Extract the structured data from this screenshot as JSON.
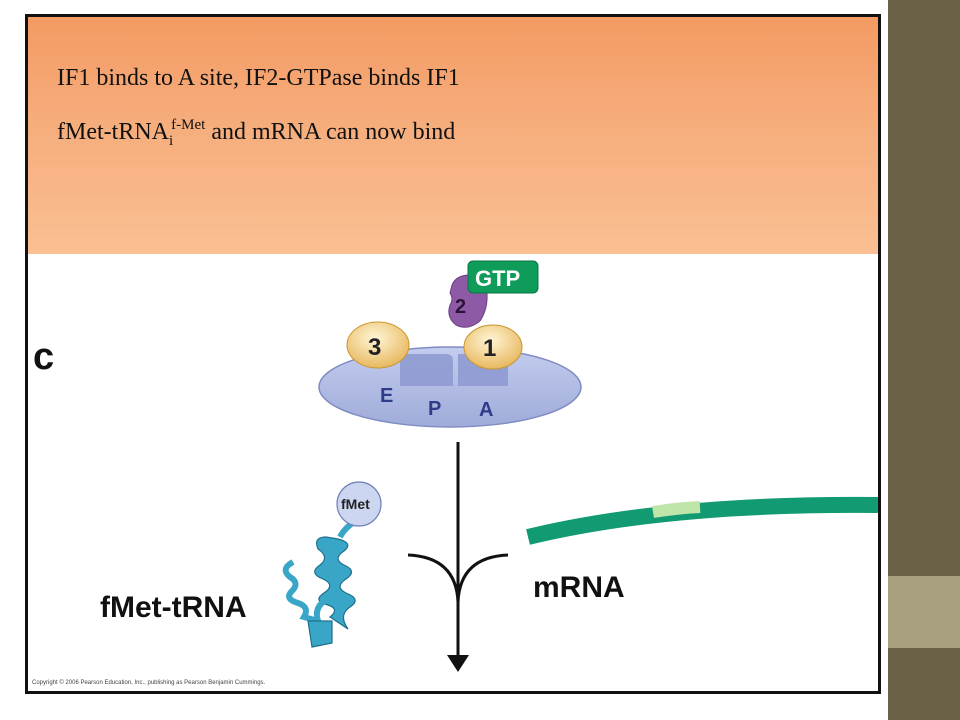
{
  "header": {
    "line1": "IF1 binds to A site, IF2-GTPase binds IF1",
    "line2_prefix": "fMet-tRNA",
    "line2_subscript": "i",
    "line2_superscript": "f-Met",
    "line2_suffix": " and mRNA can now bind"
  },
  "diagram": {
    "panel_label": "c",
    "gtp_label": "GTP",
    "if2_label": "2",
    "if3_label": "3",
    "if1_label": "1",
    "site_e": "E",
    "site_p": "P",
    "site_a": "A",
    "fmet_label": "fMet",
    "trna_label": "fMet-tRNA",
    "mrna_label": "mRNA"
  },
  "colors": {
    "header_orange": "#f49a63",
    "ribosome_blue": "#b5bfe6",
    "initiation_factor_yellow": "#f6d58a",
    "if2_purple": "#8e5aa6",
    "gtp_green": "#0f9b5a",
    "trna_teal": "#3aa6c7",
    "mrna_green": "#129a72",
    "side_dark": "#6a6147",
    "side_light": "#a8a07e"
  },
  "credit": "Copyright © 2006 Pearson Education, Inc., publishing as Pearson Benjamin Cummings."
}
